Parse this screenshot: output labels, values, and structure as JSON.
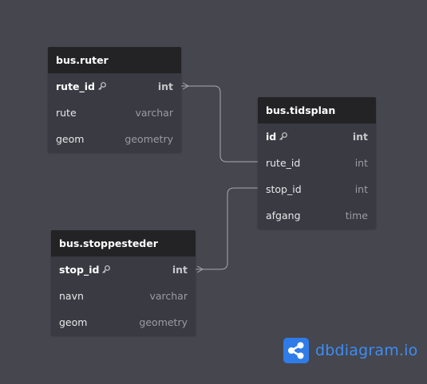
{
  "tables": {
    "ruter": {
      "name": "bus.ruter",
      "columns": [
        {
          "name": "rute_id",
          "type": "int",
          "pk": true
        },
        {
          "name": "rute",
          "type": "varchar",
          "pk": false
        },
        {
          "name": "geom",
          "type": "geometry",
          "pk": false
        }
      ]
    },
    "tidsplan": {
      "name": "bus.tidsplan",
      "columns": [
        {
          "name": "id",
          "type": "int",
          "pk": true
        },
        {
          "name": "rute_id",
          "type": "int",
          "pk": false
        },
        {
          "name": "stop_id",
          "type": "int",
          "pk": false
        },
        {
          "name": "afgang",
          "type": "time",
          "pk": false
        }
      ]
    },
    "stoppesteder": {
      "name": "bus.stoppesteder",
      "columns": [
        {
          "name": "stop_id",
          "type": "int",
          "pk": true
        },
        {
          "name": "navn",
          "type": "varchar",
          "pk": false
        },
        {
          "name": "geom",
          "type": "geometry",
          "pk": false
        }
      ]
    }
  },
  "relationships": [
    {
      "from": "bus.ruter.rute_id",
      "to": "bus.tidsplan.rute_id"
    },
    {
      "from": "bus.stoppesteder.stop_id",
      "to": "bus.tidsplan.stop_id"
    }
  ],
  "brand": {
    "name": "dbdiagram.io",
    "color": "#2f7ce8"
  },
  "colors": {
    "background": "#46464e",
    "table_body": "#393a42",
    "table_header": "#232325",
    "link": "#a8a8ae"
  }
}
